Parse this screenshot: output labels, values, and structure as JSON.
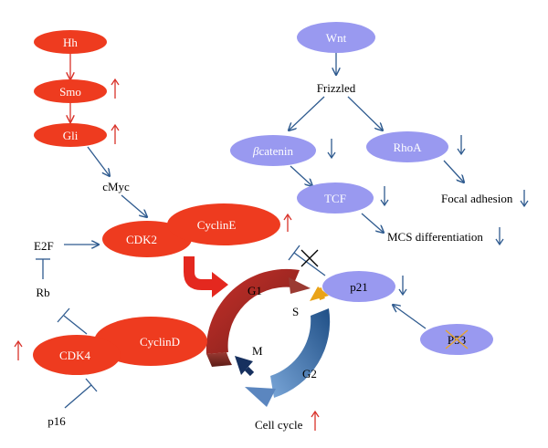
{
  "colors": {
    "red_node": "#ee3b1f",
    "purple_node": "#9999f0",
    "blue_arrow": "#2f5b8f",
    "red_arrow": "#d9322a",
    "up_arrow": "#d9322a",
    "down_arrow": "#2f5b8f"
  },
  "nodes": {
    "hh": "Hh",
    "smo": "Smo",
    "gli": "Gli",
    "wnt": "Wnt",
    "bcatenin_symbol": "β",
    "bcatenin_rest": "catenin",
    "rhoa": "RhoA",
    "tcf": "TCF",
    "cdk2": "CDK2",
    "cycline": "CyclinE",
    "cdk4": "CDK4",
    "cyclind": "CyclinD",
    "p21": "p21",
    "p53": "P53"
  },
  "labels": {
    "frizzled": "Frizzled",
    "cmyc": "cMyc",
    "e2f": "E2F",
    "rb": "Rb",
    "p16": "p16",
    "focal_adhesion": "Focal adhesion",
    "mcs_differentiation": "MCS differentiation",
    "cell_cycle": "Cell cycle"
  },
  "cycle_phases": {
    "g1": "G1",
    "s": "S",
    "g2": "G2",
    "m": "M"
  },
  "indicators": {
    "smo": "up",
    "gli": "up",
    "bcatenin": "down",
    "rhoa": "down",
    "tcf": "down",
    "cycline": "up",
    "p21": "down",
    "cdk4": "up",
    "focal_adhesion": "down",
    "mcs_differentiation": "down",
    "cell_cycle": "up"
  }
}
